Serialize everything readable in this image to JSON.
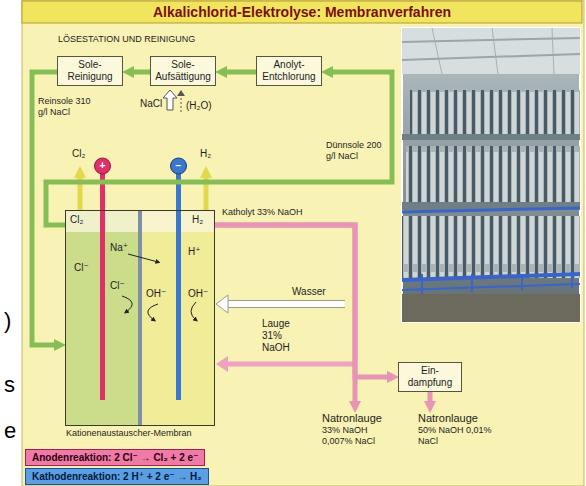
{
  "diagram": {
    "title": "Alkalichlorid-Elektrolyse: Membranverfahren",
    "nodes": [
      {
        "text": [
          "Sole- Reinigung"
        ]
      },
      {
        "text": [
          "Sole- Aufsättigung"
        ]
      },
      {
        "text": [
          "Anolyt- Entchlorung"
        ]
      },
      {
        "text": [
          "Kationenaustauscher-Membran"
        ]
      },
      {
        "text": [
          "Ein- dampfung"
        ]
      },
      {
        "text": [
          "Natronlauge",
          "33% NaOH 0,007% NaCl"
        ]
      },
      {
        "text": [
          "Natronlauge",
          "50% NaOH 0,01% NaCl"
        ]
      },
      {
        "text": [
          "Anodenreaktion: 2 Cl⁻ → Cl₂ + 2 e⁻"
        ]
      },
      {
        "text": [
          "Kathodenreaktion: 2 H⁺ + 2 e⁻ → H₂"
        ]
      }
    ],
    "edges": [
      {
        "from": 1,
        "to": 0,
        "arrow": "to"
      },
      {
        "from": 2,
        "to": 1,
        "arrow": "to"
      },
      {
        "from": 0,
        "to": 3,
        "arrow": "to"
      },
      {
        "from": 3,
        "to": 2,
        "arrow": "to"
      },
      {
        "from": 3,
        "to": 4,
        "arrow": "to"
      },
      {
        "from": 3,
        "to": 5,
        "arrow": "to"
      },
      {
        "from": 4,
        "to": 6,
        "arrow": "to"
      }
    ],
    "labels": [
      "LÖSESTATION UND REINIGUNG",
      "Reinsole 310 g/l NaCl",
      "NaCl",
      "(H₂O)",
      "Dünnsole 200 g/l NaCl",
      "Cl₂",
      "H₂",
      "+",
      "−",
      "Cl₂",
      "H₂",
      "Katholyt 33% NaOH",
      "Wasser",
      "Lauge 31% NaOH",
      "Cl⁻",
      "Na⁺",
      "H⁺",
      "Cl⁻",
      "OH⁻",
      "OH⁻",
      ")",
      "s",
      "e"
    ]
  }
}
